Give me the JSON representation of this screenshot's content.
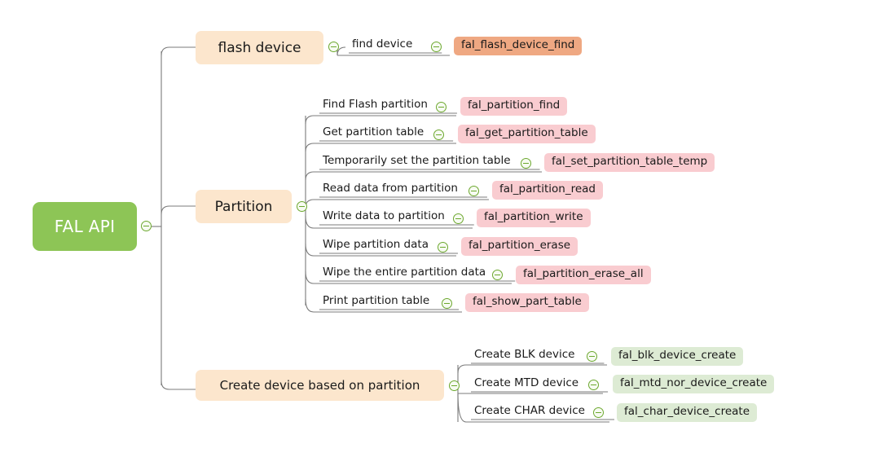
{
  "diagram": {
    "type": "mindmap",
    "root": {
      "label": "FAL API",
      "color": "#8DC556"
    },
    "branches": [
      {
        "label": "flash device",
        "color": "#FCE6CD",
        "items": [
          {
            "label": "find device",
            "api": "fal_flash_device_find",
            "api_color": "#EFA882"
          }
        ]
      },
      {
        "label": "Partition",
        "color": "#FCE6CD",
        "items": [
          {
            "label": "Find Flash partition",
            "api": "fal_partition_find",
            "api_color": "#F9CCD0"
          },
          {
            "label": "Get partition table",
            "api": "fal_get_partition_table",
            "api_color": "#F9CCD0"
          },
          {
            "label": "Temporarily set the partition table",
            "api": "fal_set_partition_table_temp",
            "api_color": "#F9CCD0"
          },
          {
            "label": "Read data from partition",
            "api": "fal_partition_read",
            "api_color": "#F9CCD0"
          },
          {
            "label": "Write data to partition",
            "api": "fal_partition_write",
            "api_color": "#F9CCD0"
          },
          {
            "label": "Wipe partition data",
            "api": "fal_partition_erase",
            "api_color": "#F9CCD0"
          },
          {
            "label": "Wipe the entire partition data",
            "api": "fal_partition_erase_all",
            "api_color": "#F9CCD0"
          },
          {
            "label": "Print partition table",
            "api": "fal_show_part_table",
            "api_color": "#F9CCD0"
          }
        ]
      },
      {
        "label": "Create device based on partition",
        "color": "#FCE6CD",
        "items": [
          {
            "label": "Create BLK device",
            "api": "fal_blk_device_create",
            "api_color": "#DDEBD4"
          },
          {
            "label": "Create MTD device",
            "api": "fal_mtd_nor_device_create",
            "api_color": "#DDEBD4"
          },
          {
            "label": "Create CHAR device",
            "api": "fal_char_device_create",
            "api_color": "#DDEBD4"
          }
        ]
      }
    ],
    "icons": {
      "collapse": "minus-circle-icon"
    }
  }
}
